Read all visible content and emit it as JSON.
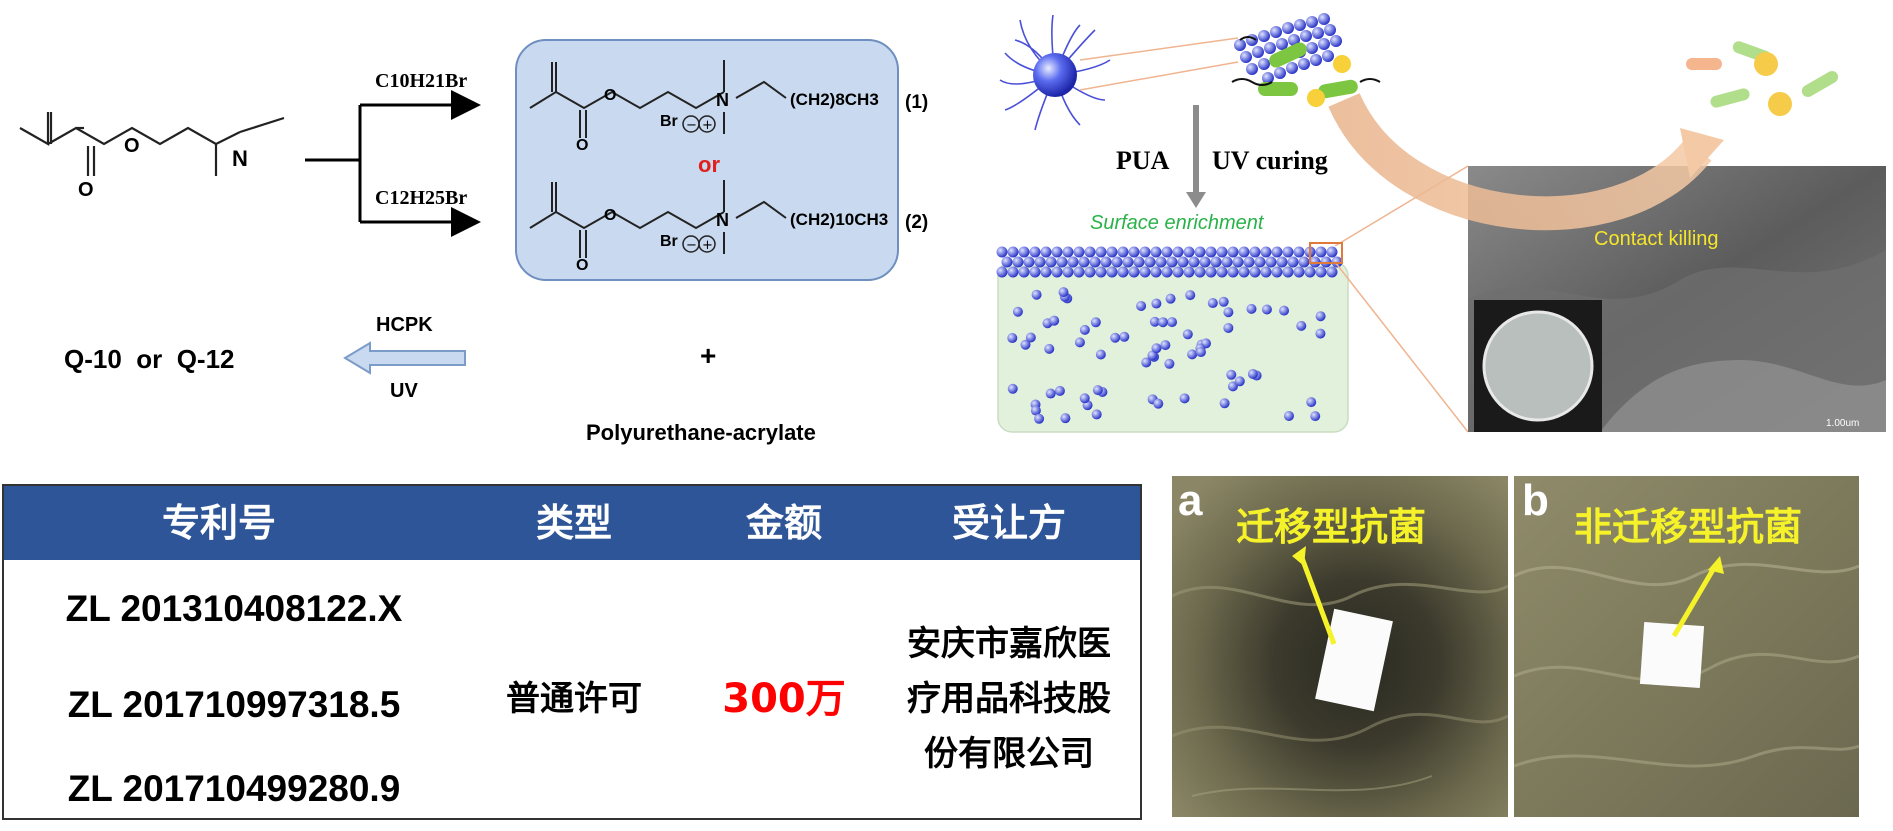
{
  "scheme": {
    "reagent_top": "C10H21Br",
    "reagent_bottom": "C12H25Br",
    "product1_number": "(1)",
    "product2_number": "(2)",
    "or_word": "or",
    "anion": "Br",
    "chain1": "(CH2)8CH3",
    "chain2": "(CH2)10CH3",
    "monomers": "Q-10  or  Q-12",
    "initiator": "HCPK",
    "uv": "UV",
    "plus": "+",
    "resin": "Polyurethane-acrylate"
  },
  "mechanism": {
    "pua": "PUA",
    "uv_curing": "UV curing",
    "surface_enrichment": "Surface enrichment",
    "contact_killing": "Contact killing",
    "scale_bar": "1.00um"
  },
  "table": {
    "headers": [
      "专利号",
      "类型",
      "金额",
      "受让方"
    ],
    "patents": [
      "ZL 201310408122.X",
      "ZL 201710997318.5",
      "ZL 201710499280.9"
    ],
    "type": "普通许可",
    "amount": "300万",
    "assignee_lines": [
      "安庆市嘉欣医",
      "疗用品科技股",
      "份有限公司"
    ],
    "colors": {
      "header_bg": "#2e5597",
      "amount": "#ff0000"
    }
  },
  "photos": [
    {
      "letter": "a",
      "title": "迁移型抗菌"
    },
    {
      "letter": "b",
      "title": "非迁移型抗菌"
    }
  ]
}
